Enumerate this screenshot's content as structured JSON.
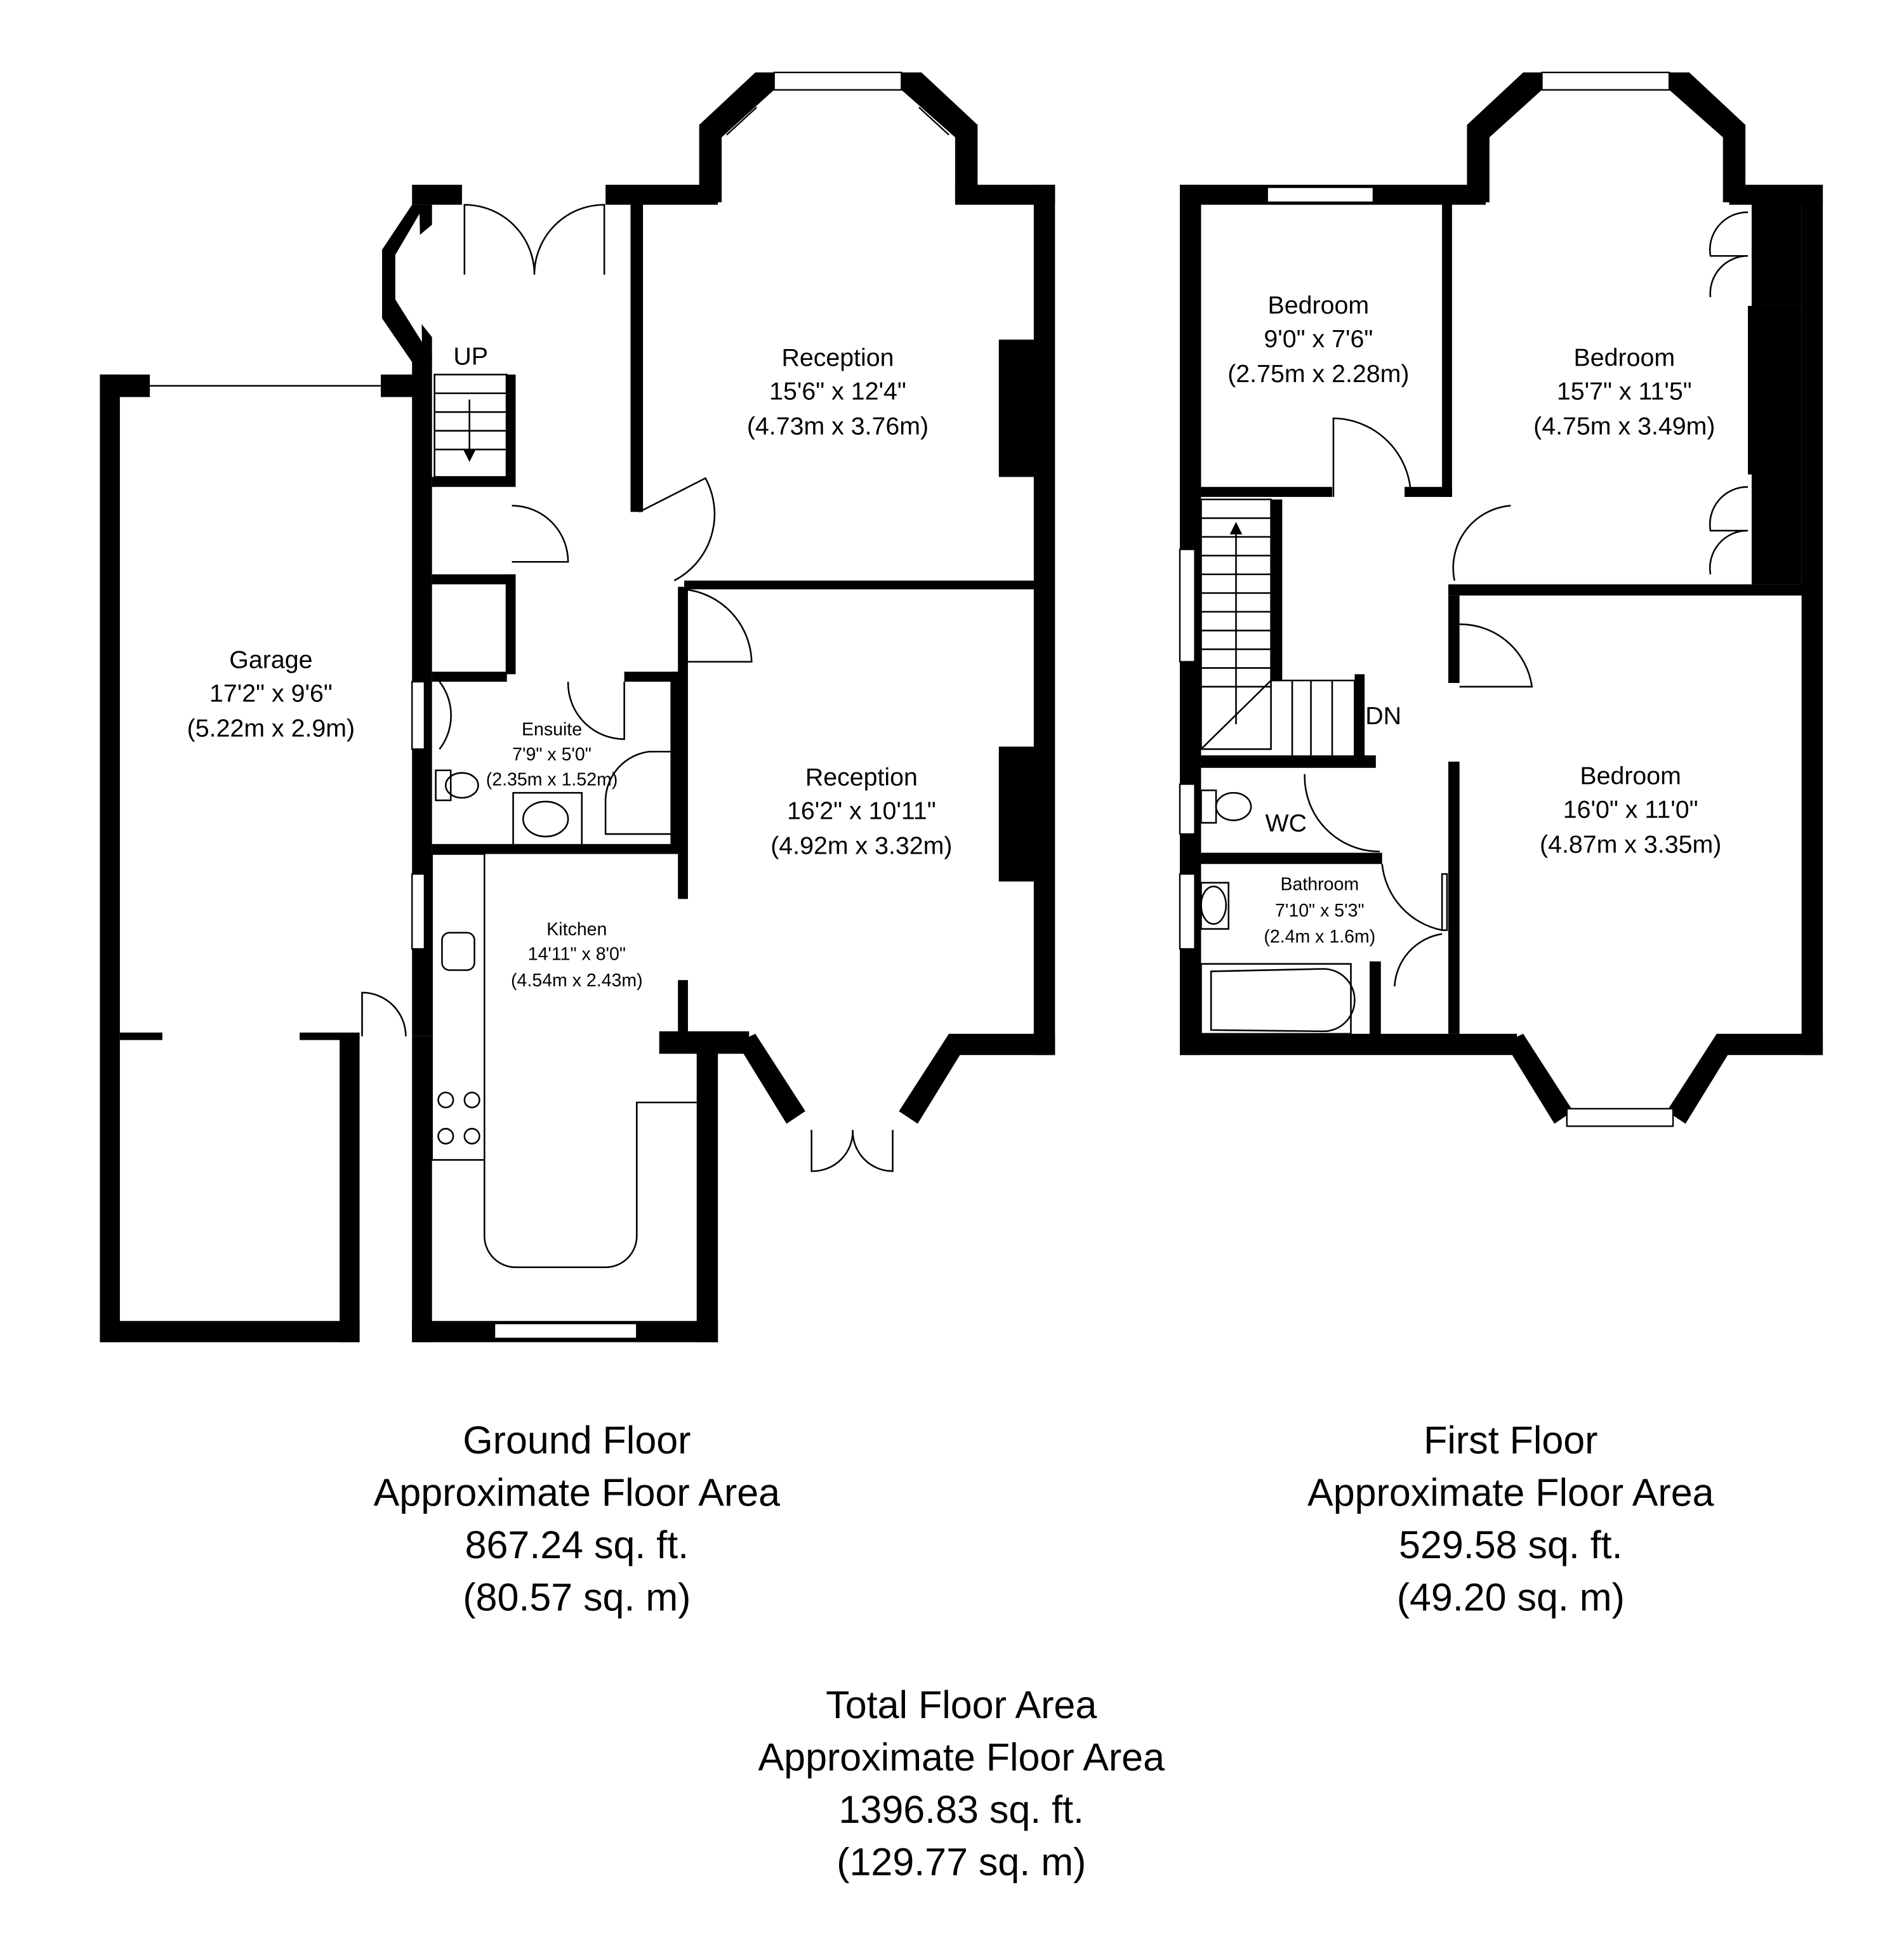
{
  "ground_floor": {
    "rooms": {
      "garage": {
        "name": "Garage",
        "imperial": "17'2\" x 9'6\"",
        "metric": "(5.22m x 2.9m)"
      },
      "reception_front": {
        "name": "Reception",
        "imperial": "15'6\" x 12'4\"",
        "metric": "(4.73m x 3.76m)"
      },
      "reception_rear": {
        "name": "Reception",
        "imperial": "16'2\" x 10'11\"",
        "metric": "(4.92m x 3.32m)"
      },
      "ensuite": {
        "name": "Ensuite",
        "imperial": "7'9\" x 5'0\"",
        "metric": "(2.35m x 1.52m)"
      },
      "kitchen": {
        "name": "Kitchen",
        "imperial": "14'11\" x 8'0\"",
        "metric": "(4.54m x 2.43m)"
      }
    },
    "stairs_label": "UP",
    "summary": {
      "title": "Ground Floor",
      "subtitle": "Approximate Floor Area",
      "sqft": "867.24 sq. ft.",
      "sqm": "(80.57 sq. m)"
    }
  },
  "first_floor": {
    "rooms": {
      "bedroom_small": {
        "name": "Bedroom",
        "imperial": "9'0\" x 7'6\"",
        "metric": "(2.75m x 2.28m)"
      },
      "bedroom_front": {
        "name": "Bedroom",
        "imperial": "15'7\" x 11'5\"",
        "metric": "(4.75m x 3.49m)"
      },
      "bedroom_rear": {
        "name": "Bedroom",
        "imperial": "16'0\" x 11'0\"",
        "metric": "(4.87m x 3.35m)"
      },
      "bathroom": {
        "name": "Bathroom",
        "imperial": "7'10\" x 5'3\"",
        "metric": "(2.4m x 1.6m)"
      },
      "wc": {
        "name": "WC"
      }
    },
    "stairs_label": "DN",
    "summary": {
      "title": "First Floor",
      "subtitle": "Approximate Floor Area",
      "sqft": "529.58 sq. ft.",
      "sqm": "(49.20 sq. m)"
    }
  },
  "total": {
    "title": "Total Floor Area",
    "subtitle": "Approximate Floor Area",
    "sqft": "1396.83 sq. ft.",
    "sqm": "(129.77 sq. m)"
  }
}
